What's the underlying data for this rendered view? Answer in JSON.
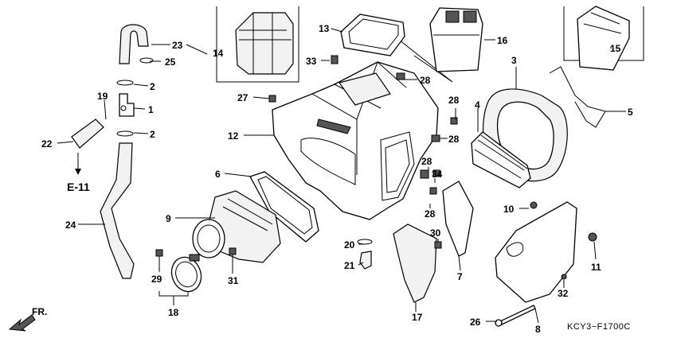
{
  "diagram": {
    "code": "KCY3−F1700C",
    "front_marker": "FR.",
    "ref_label": "E-11"
  },
  "callouts": [
    "1",
    "2",
    "2",
    "3",
    "4",
    "5",
    "6",
    "7",
    "8",
    "9",
    "10",
    "11",
    "12",
    "13",
    "14",
    "15",
    "16",
    "17",
    "18",
    "19",
    "20",
    "21",
    "22",
    "23",
    "24",
    "25",
    "26",
    "27",
    "28",
    "28",
    "28",
    "28",
    "28",
    "28",
    "29",
    "30",
    "31",
    "32",
    "33",
    "34"
  ]
}
